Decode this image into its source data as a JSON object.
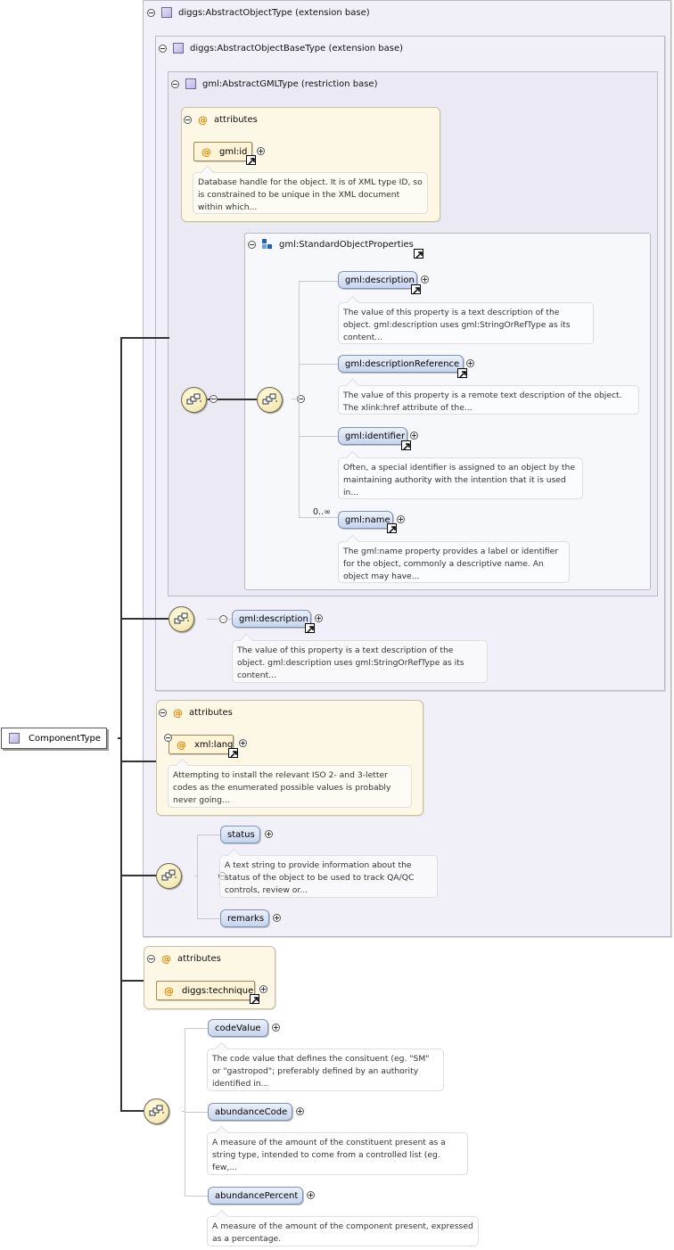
{
  "root": {
    "label": "ComponentType"
  },
  "base_types": {
    "object_type": {
      "label": "diggs:AbstractObjectType (extension base)"
    },
    "object_base_type": {
      "label": "diggs:AbstractObjectBaseType (extension base)"
    },
    "gml_type": {
      "label": "gml:AbstractGMLType (restriction base)"
    }
  },
  "attr_groups": {
    "gml_attrs": {
      "title": "attributes",
      "attr": "gml:id",
      "doc": "Database handle for the object. It is of XML type ID, so is constrained to be unique in the XML document within which..."
    },
    "lang_attrs": {
      "title": "attributes",
      "attr": "xml:lang",
      "doc": "Attempting to install the relevant ISO 2- and 3-letter codes as the enumerated possible values is probably never going..."
    },
    "component_attrs": {
      "title": "attributes",
      "attr": "diggs:technique"
    }
  },
  "standard_props": {
    "label": "gml:StandardObjectProperties",
    "elements": [
      {
        "name": "gml:description",
        "doc": "The value of this property is a text description of the object. gml:description uses gml:StringOrRefType as its content..."
      },
      {
        "name": "gml:descriptionReference",
        "doc": "The value of this property is a remote text description of the object. The xlink:href attribute of the..."
      },
      {
        "name": "gml:identifier",
        "doc": "Often, a special identifier is assigned to an object by the maintaining authority with the intention that it is used in..."
      },
      {
        "name": "gml:name",
        "multiplicity": "0..∞",
        "doc": "The gml:name property provides a label or identifier for the object, commonly a descriptive name. An object may have..."
      }
    ]
  },
  "base_description": {
    "name": "gml:description",
    "doc": "The value of this property is a text description of the object. gml:description uses gml:StringOrRefType as its content..."
  },
  "object_elements": [
    {
      "name": "status",
      "doc": "A text string to provide information about the status of the object to be used to track QA/QC controls, review or..."
    },
    {
      "name": "remarks"
    }
  ],
  "component_elements": [
    {
      "name": "codeValue",
      "doc": "The code value that defines the consituent (eg. \"SM\" or \"gastropod\"; preferably defined by an authority identified in..."
    },
    {
      "name": "abundanceCode",
      "doc": "A measure of the amount of the constituent present as a string type, intended to come from a controlled list (eg. few,..."
    },
    {
      "name": "abundancePercent",
      "doc": "A measure of the amount of the component present, expressed as a percentage."
    }
  ],
  "colors": {
    "type_bg": "#f1eff7",
    "attr_bg": "#fdf7e6",
    "element_fill": "#c6d4ec",
    "connector": "#333333",
    "at_sign": "#e08a00"
  },
  "icons": [
    "complex-type-icon",
    "attribute-at-icon",
    "sequence-icon",
    "group-icon",
    "reference-arrow-icon",
    "expand-plus-icon",
    "collapse-minus-icon"
  ]
}
